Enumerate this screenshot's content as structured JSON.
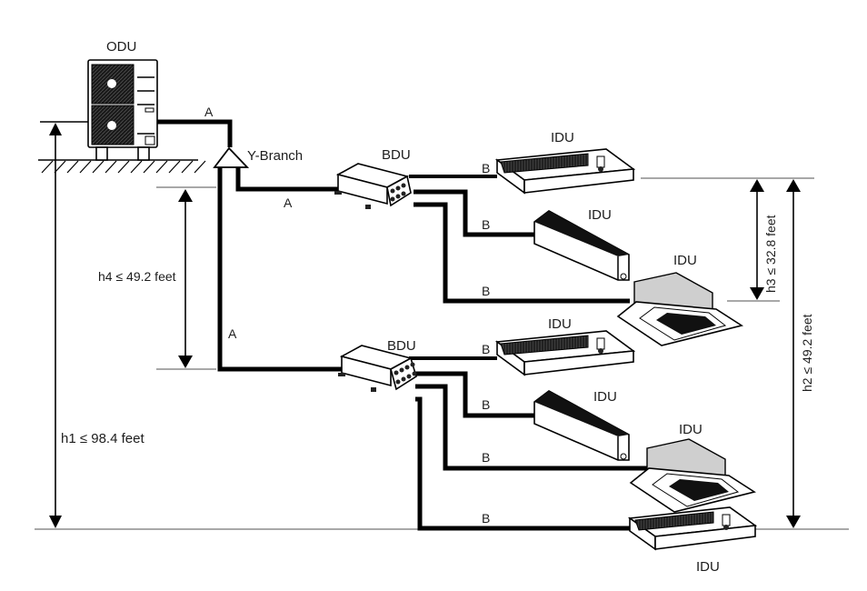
{
  "diagram": {
    "type": "refrigerant piping layout",
    "units": {
      "odu": {
        "label": "ODU"
      },
      "y_branch": {
        "label": "Y-Branch"
      },
      "bdu_upper": {
        "label": "BDU"
      },
      "bdu_lower": {
        "label": "BDU"
      },
      "idu_upper": [
        {
          "label": "IDU",
          "kind": "ducted"
        },
        {
          "label": "IDU",
          "kind": "wall-mounted"
        },
        {
          "label": "IDU",
          "kind": "cassette"
        }
      ],
      "idu_lower": [
        {
          "label": "IDU",
          "kind": "ducted"
        },
        {
          "label": "IDU",
          "kind": "wall-mounted"
        },
        {
          "label": "IDU",
          "kind": "cassette"
        },
        {
          "label": "IDU",
          "kind": "ducted"
        }
      ]
    },
    "pipe_labels": {
      "a_odu": "A",
      "a_upper": "A",
      "a_lower": "A",
      "b": "B"
    },
    "dimensions": {
      "h1": "h1 ≤ 98.4 feet",
      "h2": "h2 ≤ 49.2 feet",
      "h3": "h3 ≤ 32.8 feet",
      "h4": "h4 ≤ 49.2 feet"
    }
  }
}
